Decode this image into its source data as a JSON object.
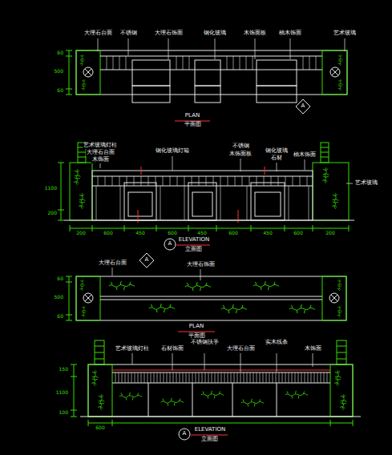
{
  "diagram": {
    "labels": [
      "大理石台面",
      "不锈钢",
      "大理石饰面",
      "钢化玻璃",
      "木饰面板",
      "柚木饰面",
      "艺术玻璃",
      "60",
      "500",
      "60",
      "A",
      "PLAN",
      "平面图",
      "艺术玻璃灯柱",
      "大理石台面",
      "木饰面",
      "钢化玻璃灯箱",
      "不锈钢",
      "木饰面板",
      "钢化玻璃",
      "石材",
      "柚木饰面",
      "艺术玻璃",
      "1100",
      "200",
      "200",
      "600",
      "450",
      "600",
      "450",
      "600",
      "450",
      "600",
      "200",
      "A",
      "ELEVATION",
      "立面图",
      "A",
      "大理石台面",
      "大理石饰面",
      "60",
      "500",
      "60",
      "PLAN",
      "平面图",
      "艺术玻璃灯柱",
      "石材饰面",
      "不锈钢扶手",
      "大理石台面",
      "实木线条",
      "木饰面",
      "150",
      "1100",
      "100",
      "600",
      "A",
      "ELEVATION",
      "立面图"
    ]
  }
}
